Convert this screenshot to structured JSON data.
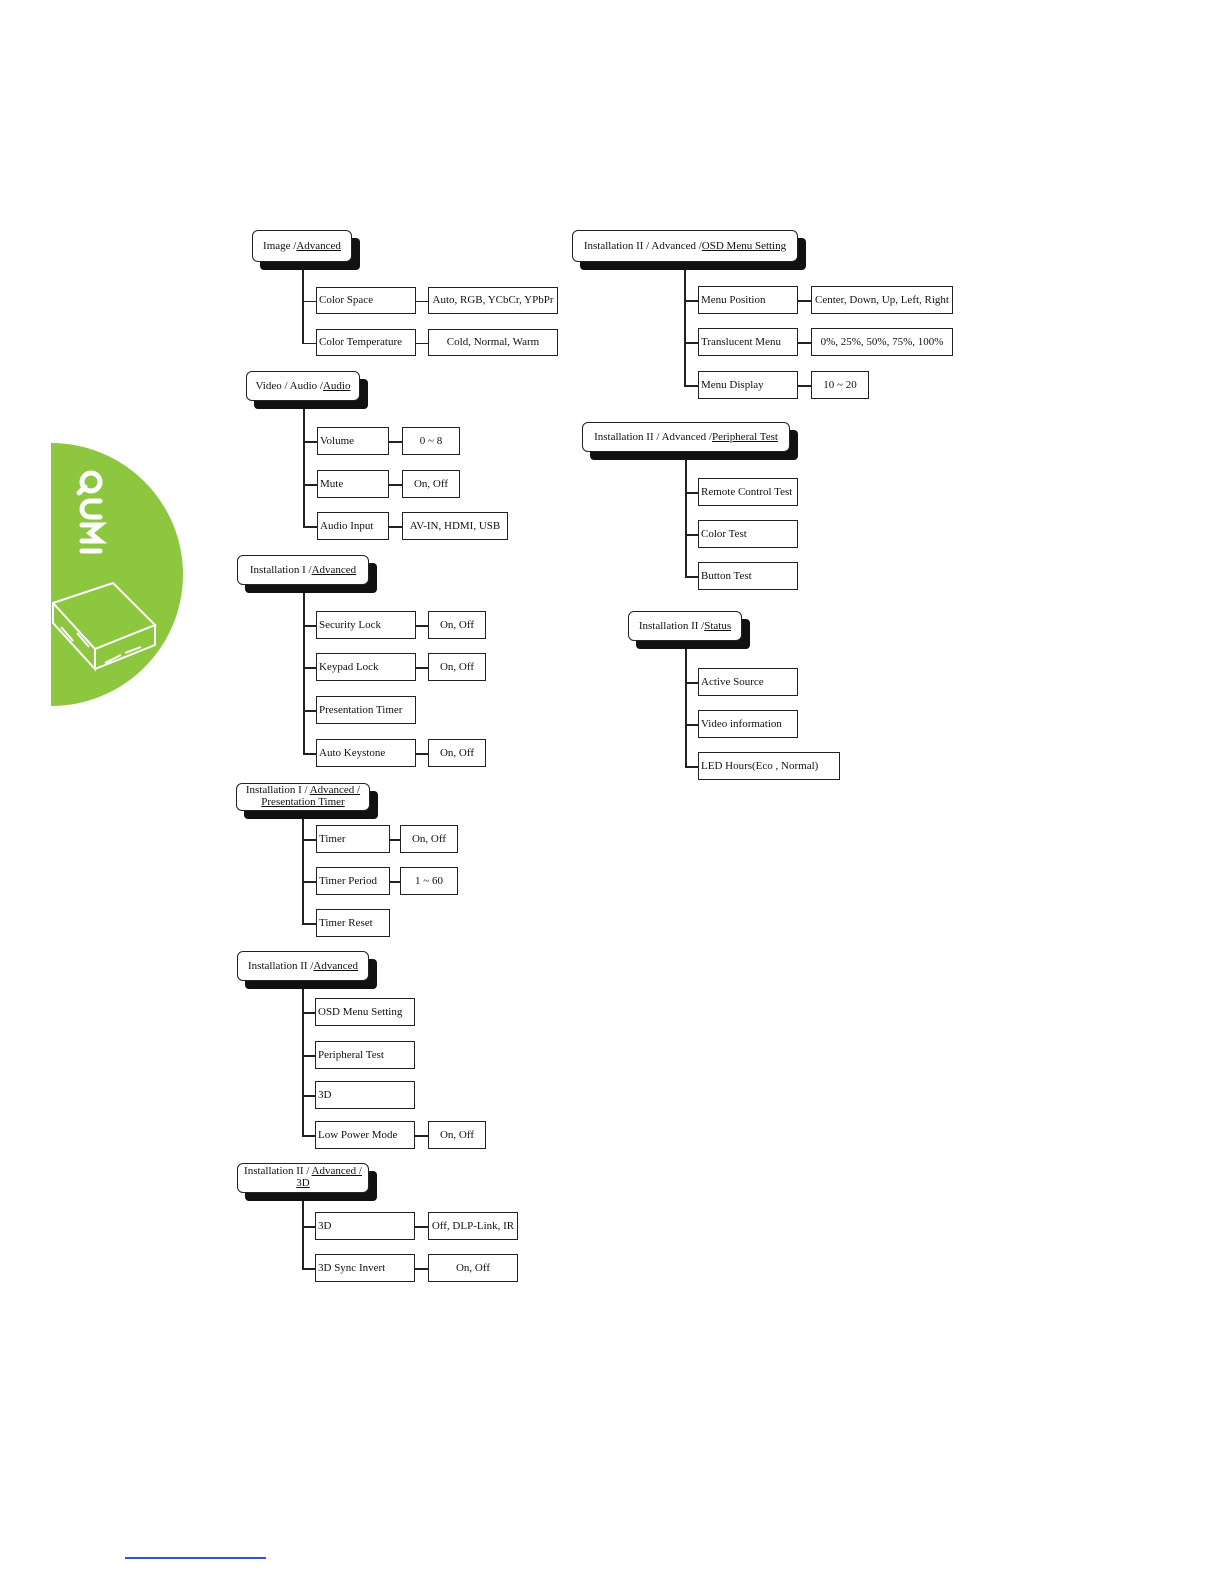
{
  "brand": {
    "name": "QUMI",
    "accent": "#8dc63f"
  },
  "menus": [
    {
      "id": "image-advanced",
      "title_plain": "Image / ",
      "title_link": "Advanced",
      "items": [
        {
          "label": "Color Space",
          "value": "Auto, RGB, YCbCr, YPbPr"
        },
        {
          "label": "Color Temperature",
          "value": "Cold, Normal, Warm"
        }
      ]
    },
    {
      "id": "video-audio-audio",
      "title_plain": "Video / Audio / ",
      "title_link": "Audio",
      "items": [
        {
          "label": "Volume",
          "value": "0 ~ 8"
        },
        {
          "label": "Mute",
          "value": "On, Off"
        },
        {
          "label": "Audio Input",
          "value": "AV-IN, HDMI, USB"
        }
      ]
    },
    {
      "id": "installation-i-advanced",
      "title_plain": "Installation I / ",
      "title_link": "Advanced",
      "items": [
        {
          "label": "Security Lock",
          "value": "On, Off"
        },
        {
          "label": "Keypad Lock",
          "value": "On, Off"
        },
        {
          "label": "Presentation Timer",
          "value": ""
        },
        {
          "label": "Auto Keystone",
          "value": "On, Off"
        }
      ]
    },
    {
      "id": "installation-i-presentation-timer",
      "title_line1_plain": "Installation I / ",
      "title_line1_link": "Advanced /",
      "title_line2_link": "Presentation Timer",
      "items": [
        {
          "label": "Timer",
          "value": "On, Off"
        },
        {
          "label": "Timer Period",
          "value": "1 ~ 60"
        },
        {
          "label": "Timer Reset",
          "value": ""
        }
      ]
    },
    {
      "id": "installation-ii-advanced",
      "title_plain": "Installation II / ",
      "title_link": "Advanced",
      "items": [
        {
          "label": "OSD Menu Setting",
          "value": ""
        },
        {
          "label": "Peripheral Test",
          "value": ""
        },
        {
          "label": "3D",
          "value": ""
        },
        {
          "label": "Low Power Mode",
          "value": "On, Off"
        }
      ]
    },
    {
      "id": "installation-ii-3d",
      "title_line1_plain": "Installation II / ",
      "title_line1_link": "Advanced /",
      "title_line2_link": "3D",
      "items": [
        {
          "label": "3D",
          "value": "Off, DLP-Link, IR"
        },
        {
          "label": "3D Sync Invert",
          "value": "On, Off"
        }
      ]
    },
    {
      "id": "installation-ii-osd",
      "title_plain": "Installation II / Advanced / ",
      "title_link": "OSD Menu Setting",
      "items": [
        {
          "label": "Menu Position",
          "value": "Center, Down, Up, Left, Right"
        },
        {
          "label": "Translucent Menu",
          "value": "0%, 25%, 50%, 75%, 100%"
        },
        {
          "label": "Menu Display",
          "value": "10 ~ 20"
        }
      ]
    },
    {
      "id": "installation-ii-peripheral",
      "title_plain": "Installation II / Advanced / ",
      "title_link": "Peripheral Test",
      "items": [
        {
          "label": "Remote Control Test",
          "value": ""
        },
        {
          "label": "Color Test",
          "value": ""
        },
        {
          "label": "Button Test",
          "value": ""
        }
      ]
    },
    {
      "id": "installation-ii-status",
      "title_plain": "Installation II / ",
      "title_link": "Status",
      "items": [
        {
          "label": "Active Source",
          "value": ""
        },
        {
          "label": "Video information",
          "value": ""
        },
        {
          "label": "LED Hours(Eco , Normal)",
          "value": ""
        }
      ]
    }
  ]
}
